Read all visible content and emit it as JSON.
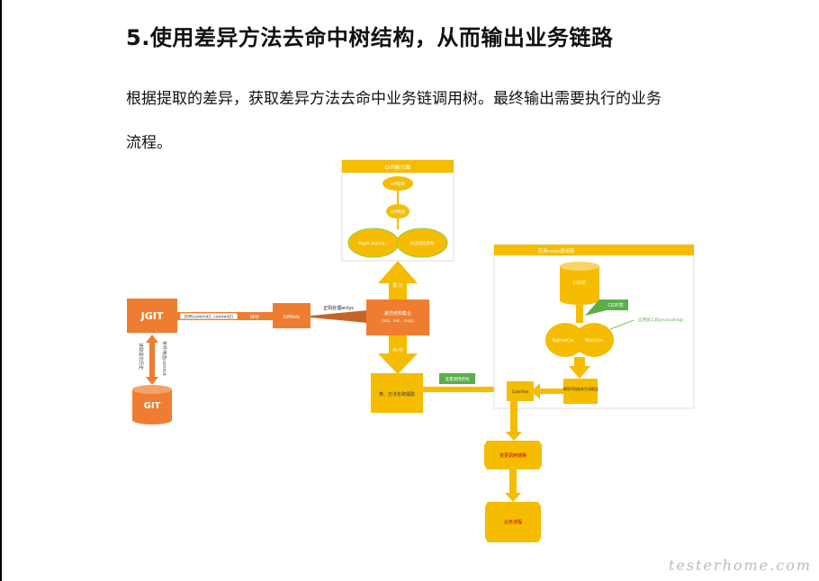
{
  "heading": "5.使用差异方法去命中树结构，从而输出业务链路",
  "para_line1": "根据提取的差异，获取差异方法去命中业务链调用树。最终输出需要执行的业务",
  "para_line2": "流程。",
  "diagram": {
    "jgit": "JGIT",
    "git": "GIT",
    "diff_label": "Diff(commit1, commit2)",
    "transfer": "转存",
    "diffinfo": "DiffInfo",
    "regex_label": "正则处理entys",
    "collection": "差异结构集合",
    "collection_sub": "(list、set、map)",
    "vert_left": "读取提交历史",
    "vert_right": "条件筛选commit",
    "method_box": "类、方法名称提取",
    "up_arrow": "展 示",
    "down_arrow": "命 中",
    "diff_panel_title": "Diff展示图",
    "diff_oval1": "diff结果",
    "diff_oval2": "diff数组",
    "diff_oval3": "Right Highlig...",
    "diff_oval4": "左边对比结构",
    "code_panel_title": "应用code调用链",
    "code_cyl": "CODE",
    "green_tag": "CG环境",
    "tool_label": "应用层工具(javacalling)",
    "oval_left": "NativeCode",
    "oval_right": "Mention",
    "callgraph": "调用代码链条生成报告",
    "tree_node": "CodeTree",
    "hit_tag": "变量调用结构",
    "change_box": "变更调用链路",
    "biz_box": "业务流程"
  },
  "watermark": "testerhome.com"
}
